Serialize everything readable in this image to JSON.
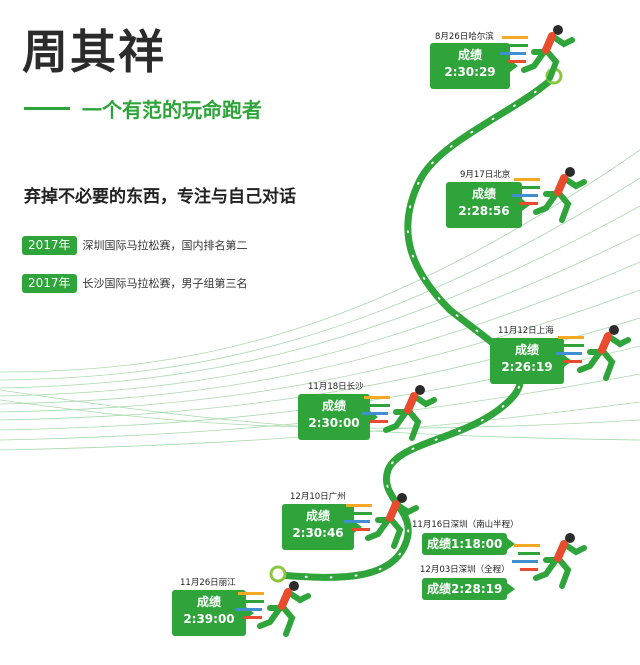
{
  "title": "周其祥",
  "subtitle": "一个有范的玩命跑者",
  "motto": "弃掉不必要的东西，专注与自己对话",
  "achievements": [
    {
      "year": "2017年",
      "text": "深圳国际马拉松赛，国内排名第二"
    },
    {
      "year": "2017年",
      "text": "长沙国际马拉松赛，男子组第三名"
    }
  ],
  "races": [
    {
      "label": "8月26日哈尔滨",
      "prefix": "成绩",
      "time": "2:30:29"
    },
    {
      "label": "9月17日北京",
      "prefix": "成绩",
      "time": "2:28:56"
    },
    {
      "label": "11月12日上海",
      "prefix": "成绩",
      "time": "2:26:19"
    },
    {
      "label": "11月18日长沙",
      "prefix": "成绩",
      "time": "2:30:00"
    },
    {
      "label": "12月10日广州",
      "prefix": "成绩",
      "time": "2:30:46"
    },
    {
      "label": "11月16日深圳（南山半程）",
      "prefix": "成绩",
      "time": "1:18:00"
    },
    {
      "label": "12月03日深圳（全程）",
      "prefix": "成绩",
      "time": "2:28:19"
    },
    {
      "label": "11月26日丽江",
      "prefix": "成绩",
      "time": "2:39:00"
    }
  ],
  "colors": {
    "accent": "#2ea43a",
    "track_lines": "#a9d9ad",
    "text": "#2b2b2b"
  },
  "icons": [
    "runner-illustration-icon"
  ]
}
